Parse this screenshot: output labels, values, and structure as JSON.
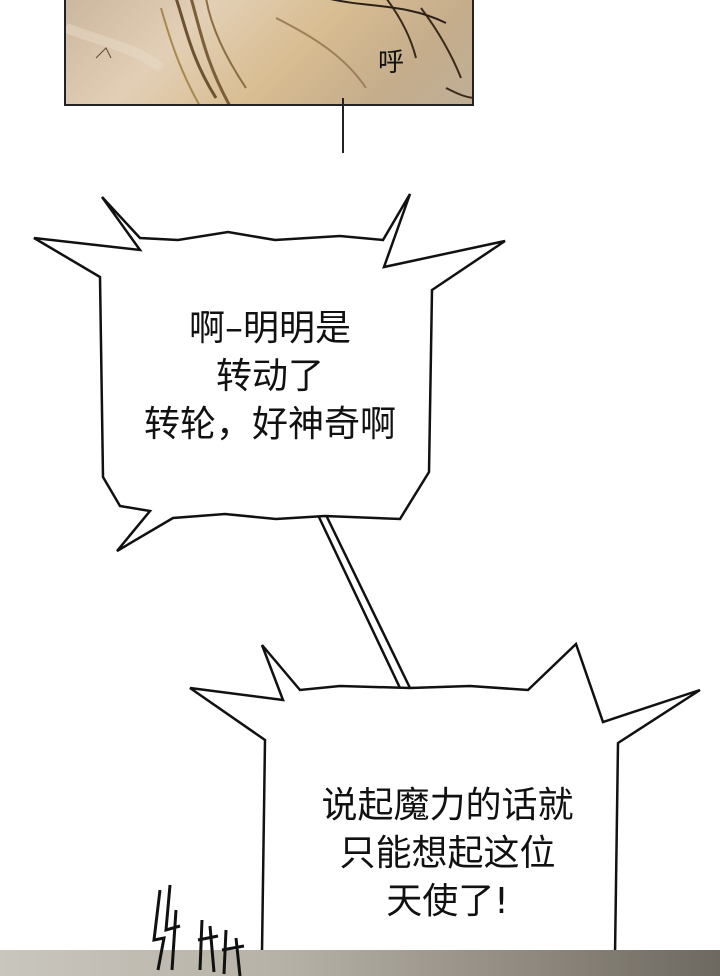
{
  "top_panel": {
    "sfx": "呼"
  },
  "bubble_1": {
    "lines": [
      "啊–明明是",
      "转动了",
      "转轮，好神奇啊"
    ]
  },
  "bubble_2": {
    "lines": [
      "说起魔力的话就",
      "只能想起这位",
      "天使了!"
    ]
  },
  "colors": {
    "ink": "#111111",
    "panel_skin": "#d9bd92",
    "bubble_fill": "#ffffff"
  },
  "icons": [
    "hand-drawn-sfx-icon"
  ]
}
